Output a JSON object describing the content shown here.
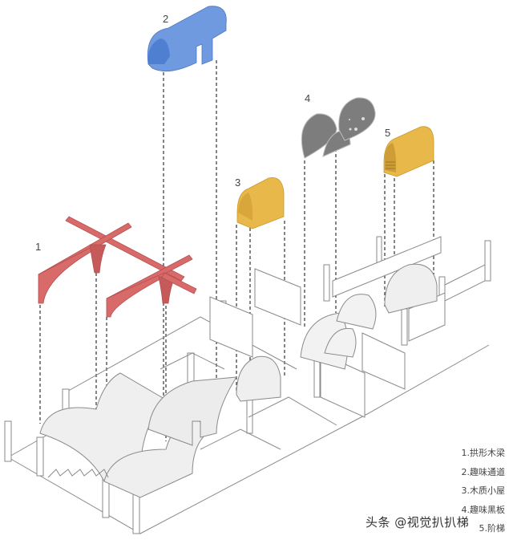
{
  "diagram": {
    "type": "exploded axonometric",
    "colors": {
      "arch_beam": "#d96a6a",
      "passage": "#6f9ae0",
      "cabin": "#e8b94a",
      "blackboard": "#7d7d7d",
      "base_line": "#8a8a8a",
      "base_fill": "#f0f0f0"
    },
    "callouts": [
      {
        "id": "1",
        "label": "1"
      },
      {
        "id": "2",
        "label": "2"
      },
      {
        "id": "3",
        "label": "3"
      },
      {
        "id": "4",
        "label": "4"
      },
      {
        "id": "5",
        "label": "5"
      }
    ]
  },
  "legend": {
    "items": [
      "1.拱形木梁",
      "2.趣味通道",
      "3.木质小屋",
      "4.趣味黑板",
      "5.阶梯"
    ]
  },
  "watermark": {
    "text": "头条 @视觉扒扒梯"
  }
}
